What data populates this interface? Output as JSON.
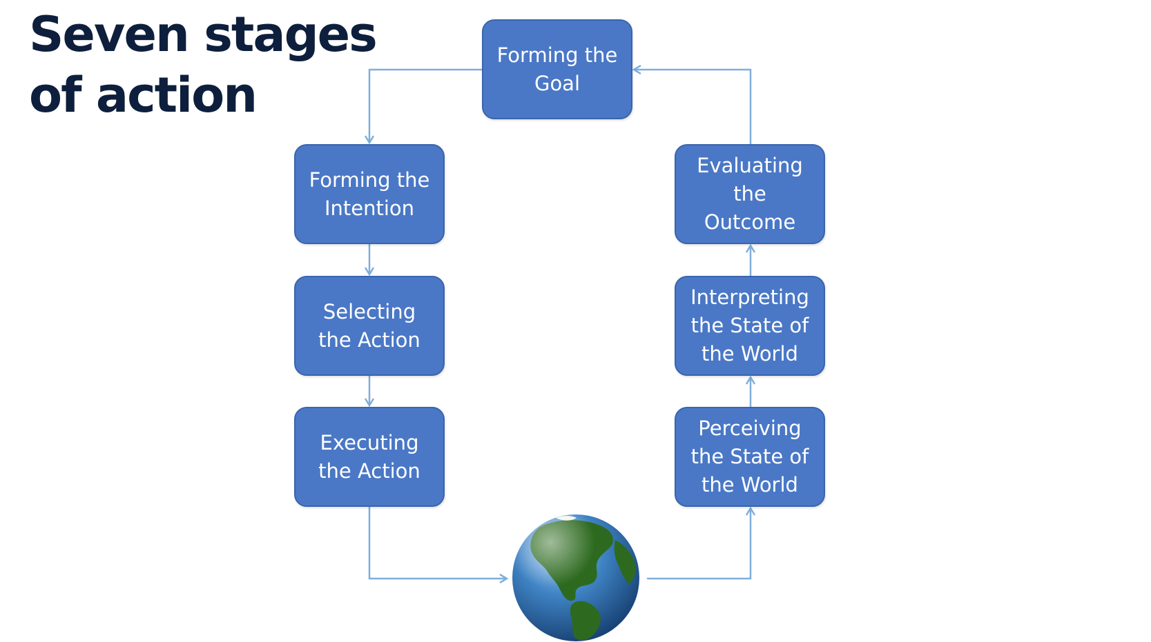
{
  "slide": {
    "title_line1": "Seven stages",
    "title_line2": "of action"
  },
  "stages": {
    "goal": "Forming the\nGoal",
    "intention": "Forming the\nIntention",
    "selecting": "Selecting\nthe Action",
    "executing": "Executing\nthe Action",
    "perceiving": "Perceiving\nthe State of\nthe World",
    "interpreting": "Interpreting\nthe State of\nthe World",
    "evaluating": "Evaluating\nthe\nOutcome"
  },
  "colors": {
    "title": "#0d1f3c",
    "box_fill": "#4a78c6",
    "box_border": "#3a64ad",
    "box_text": "#ffffff",
    "connector": "#7eaedb",
    "ocean": "#3a7ab8",
    "land": "#2d6a1f"
  },
  "icons": {
    "globe": "earth-globe-icon"
  }
}
